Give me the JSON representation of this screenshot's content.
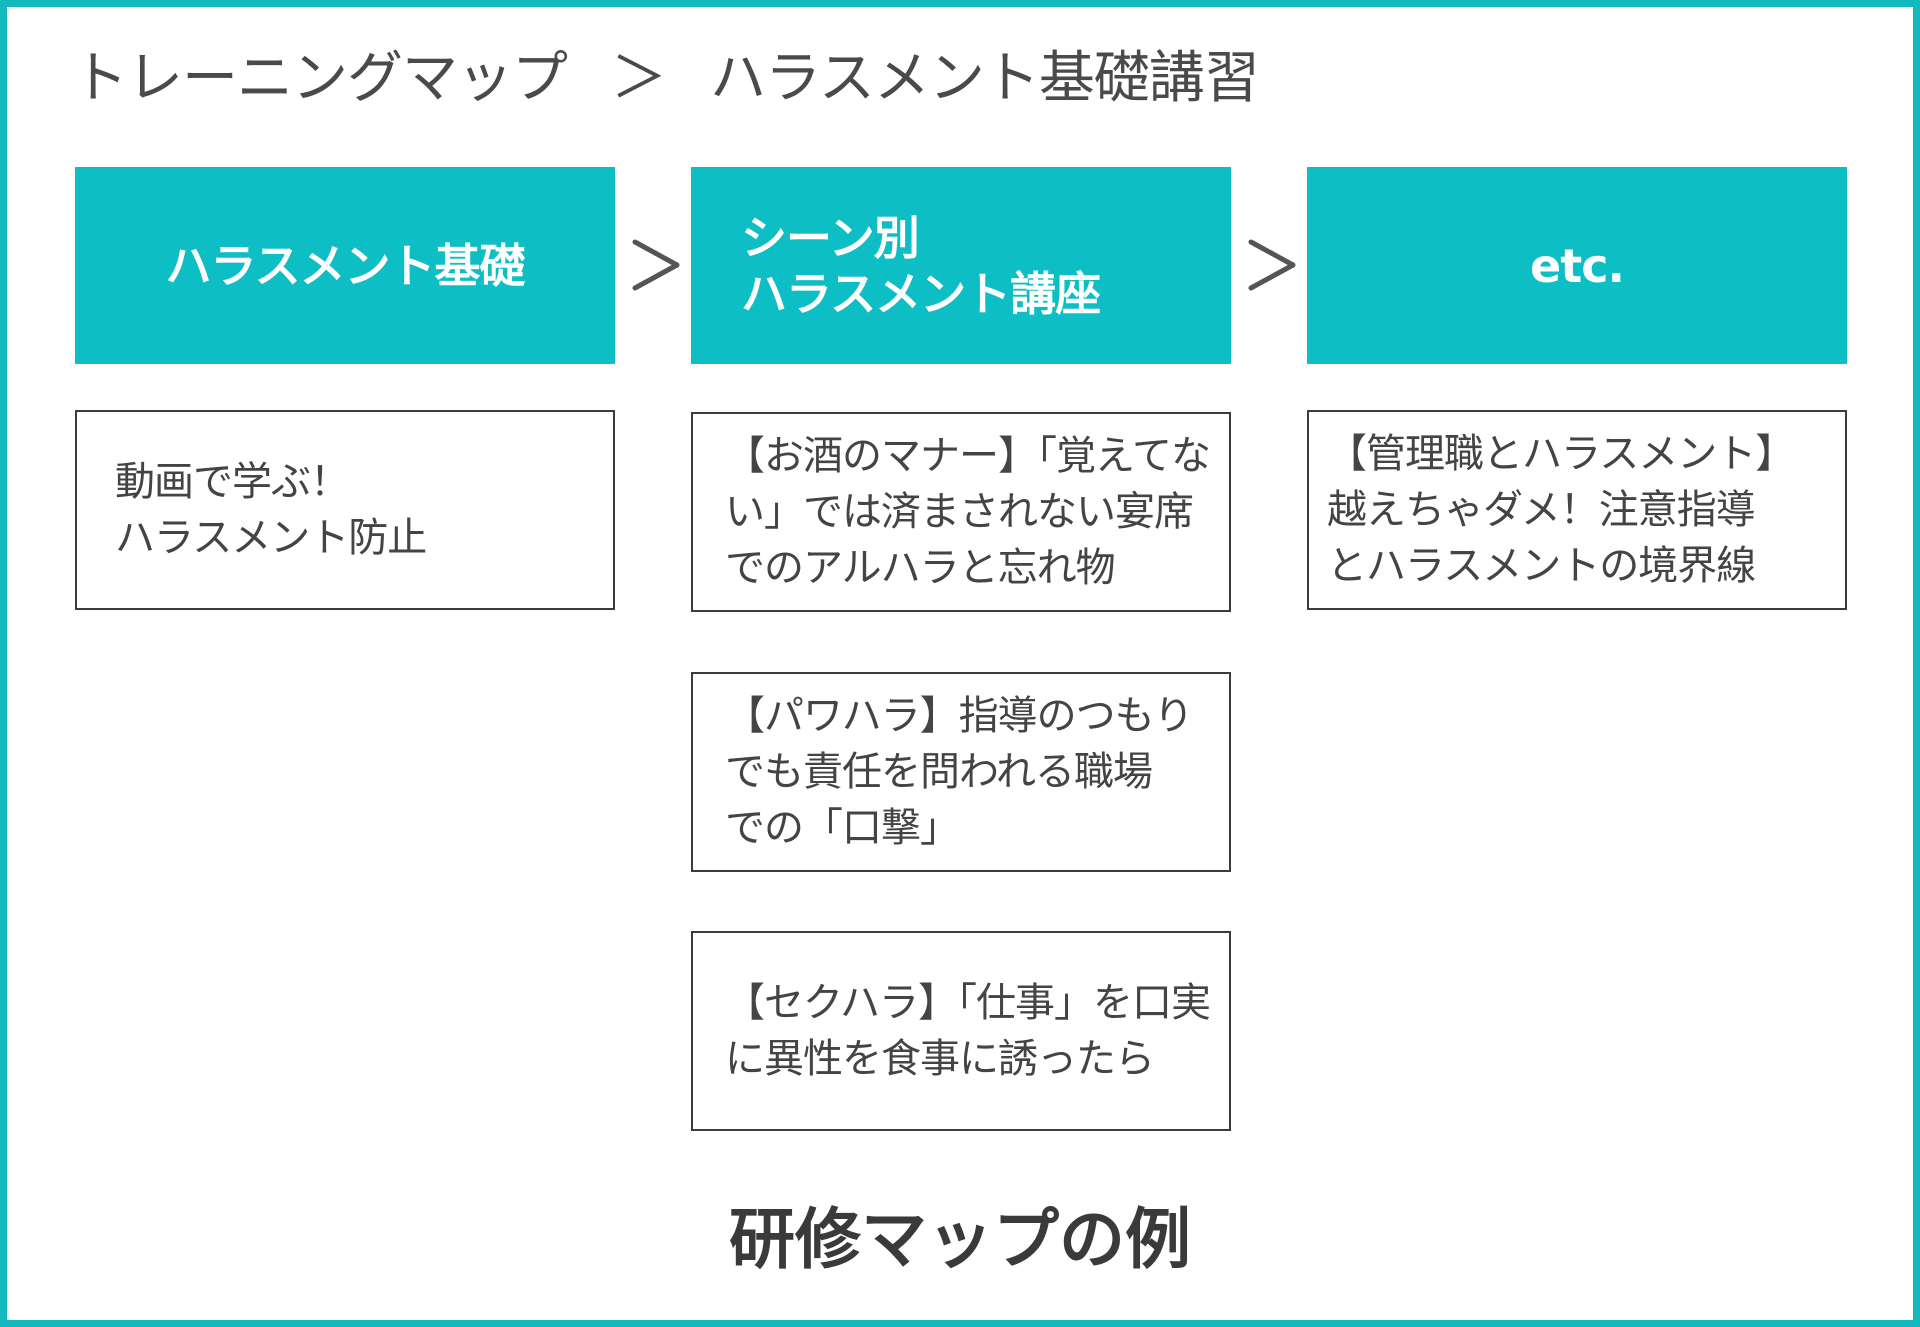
{
  "breadcrumb": {
    "parent": "トレーニングマップ",
    "separator": "＞",
    "current": "ハラスメント基礎講習"
  },
  "columns": [
    {
      "header_lines": [
        "ハラスメント基礎"
      ],
      "courses": [
        {
          "lines": [
            "動画で学ぶ！",
            "ハラスメント防止"
          ]
        }
      ]
    },
    {
      "header_lines": [
        "シーン別",
        "ハラスメント講座"
      ],
      "courses": [
        {
          "lines": [
            "【お酒のマナー】「覚えてな",
            "い」では済まされない宴席",
            "でのアルハラと忘れ物"
          ]
        },
        {
          "lines": [
            "【パワハラ】指導のつもり",
            "でも責任を問われる職場",
            "での「口撃」"
          ]
        },
        {
          "lines": [
            "【セクハラ】「仕事」を口実",
            "に異性を食事に誘ったら"
          ]
        }
      ]
    },
    {
      "header_lines": [
        "etc."
      ],
      "courses": [
        {
          "lines": [
            "【管理職とハラスメント】",
            "越えちゃダメ！注意指導",
            "とハラスメントの境界線"
          ]
        }
      ]
    }
  ],
  "caption": "研修マップの例",
  "colors": {
    "accent": "#0dbec4",
    "frame": "#13b9be",
    "box_border": "#3c3c3c",
    "text": "#444444"
  }
}
